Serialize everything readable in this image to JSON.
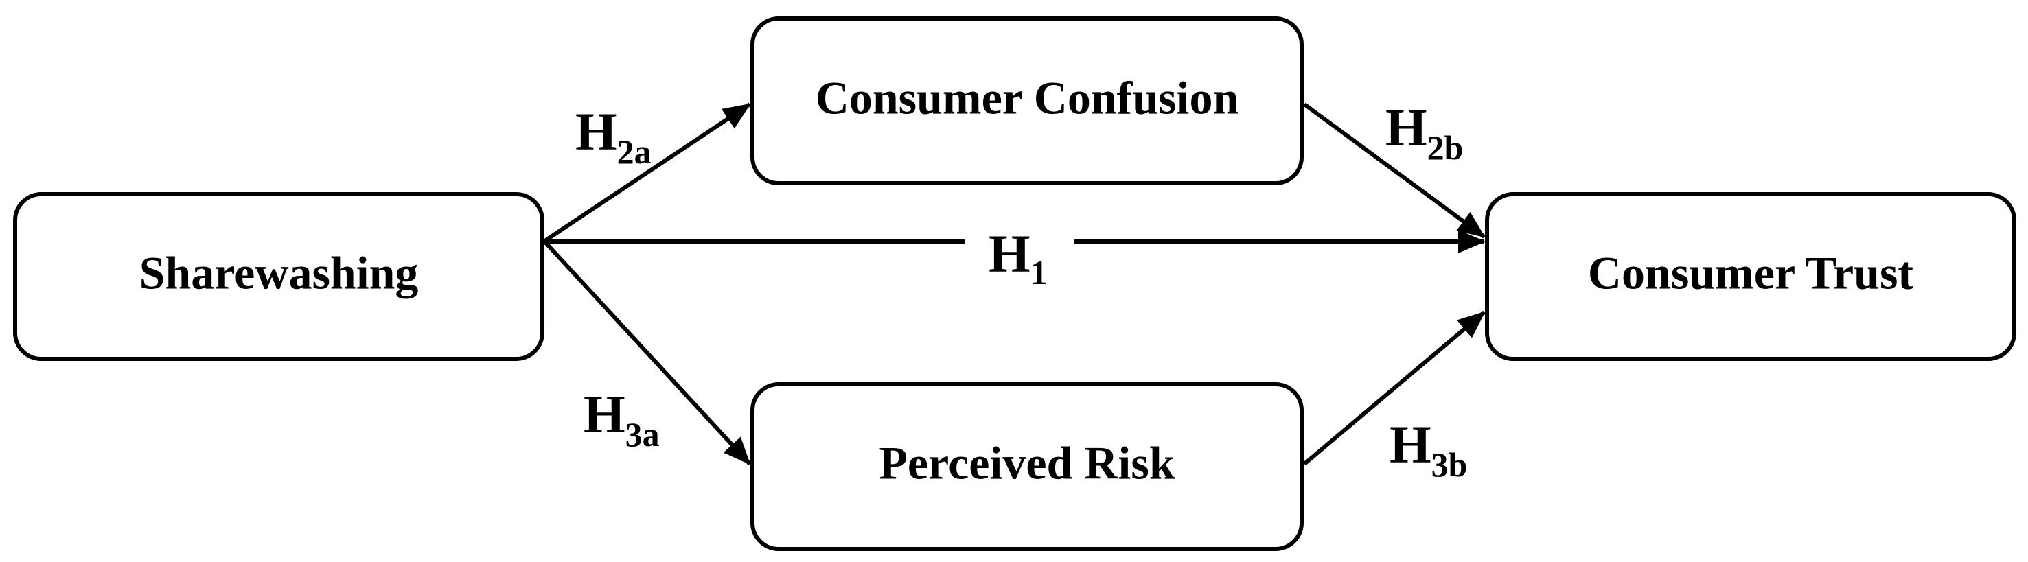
{
  "nodes": {
    "sharewashing": "Sharewashing",
    "consumer_confusion": "Consumer Confusion",
    "perceived_risk": "Perceived Risk",
    "consumer_trust": "Consumer Trust"
  },
  "edges": {
    "h1": {
      "main": "H",
      "sub": "1",
      "from": "Sharewashing",
      "to": "Consumer Trust"
    },
    "h2a": {
      "main": "H",
      "sub": "2a",
      "from": "Sharewashing",
      "to": "Consumer Confusion"
    },
    "h2b": {
      "main": "H",
      "sub": "2b",
      "from": "Consumer Confusion",
      "to": "Consumer Trust"
    },
    "h3a": {
      "main": "H",
      "sub": "3a",
      "from": "Sharewashing",
      "to": "Perceived Risk"
    },
    "h3b": {
      "main": "H",
      "sub": "3b",
      "from": "Perceived Risk",
      "to": "Consumer Trust"
    }
  },
  "colors": {
    "stroke": "#000000",
    "background": "#ffffff"
  }
}
